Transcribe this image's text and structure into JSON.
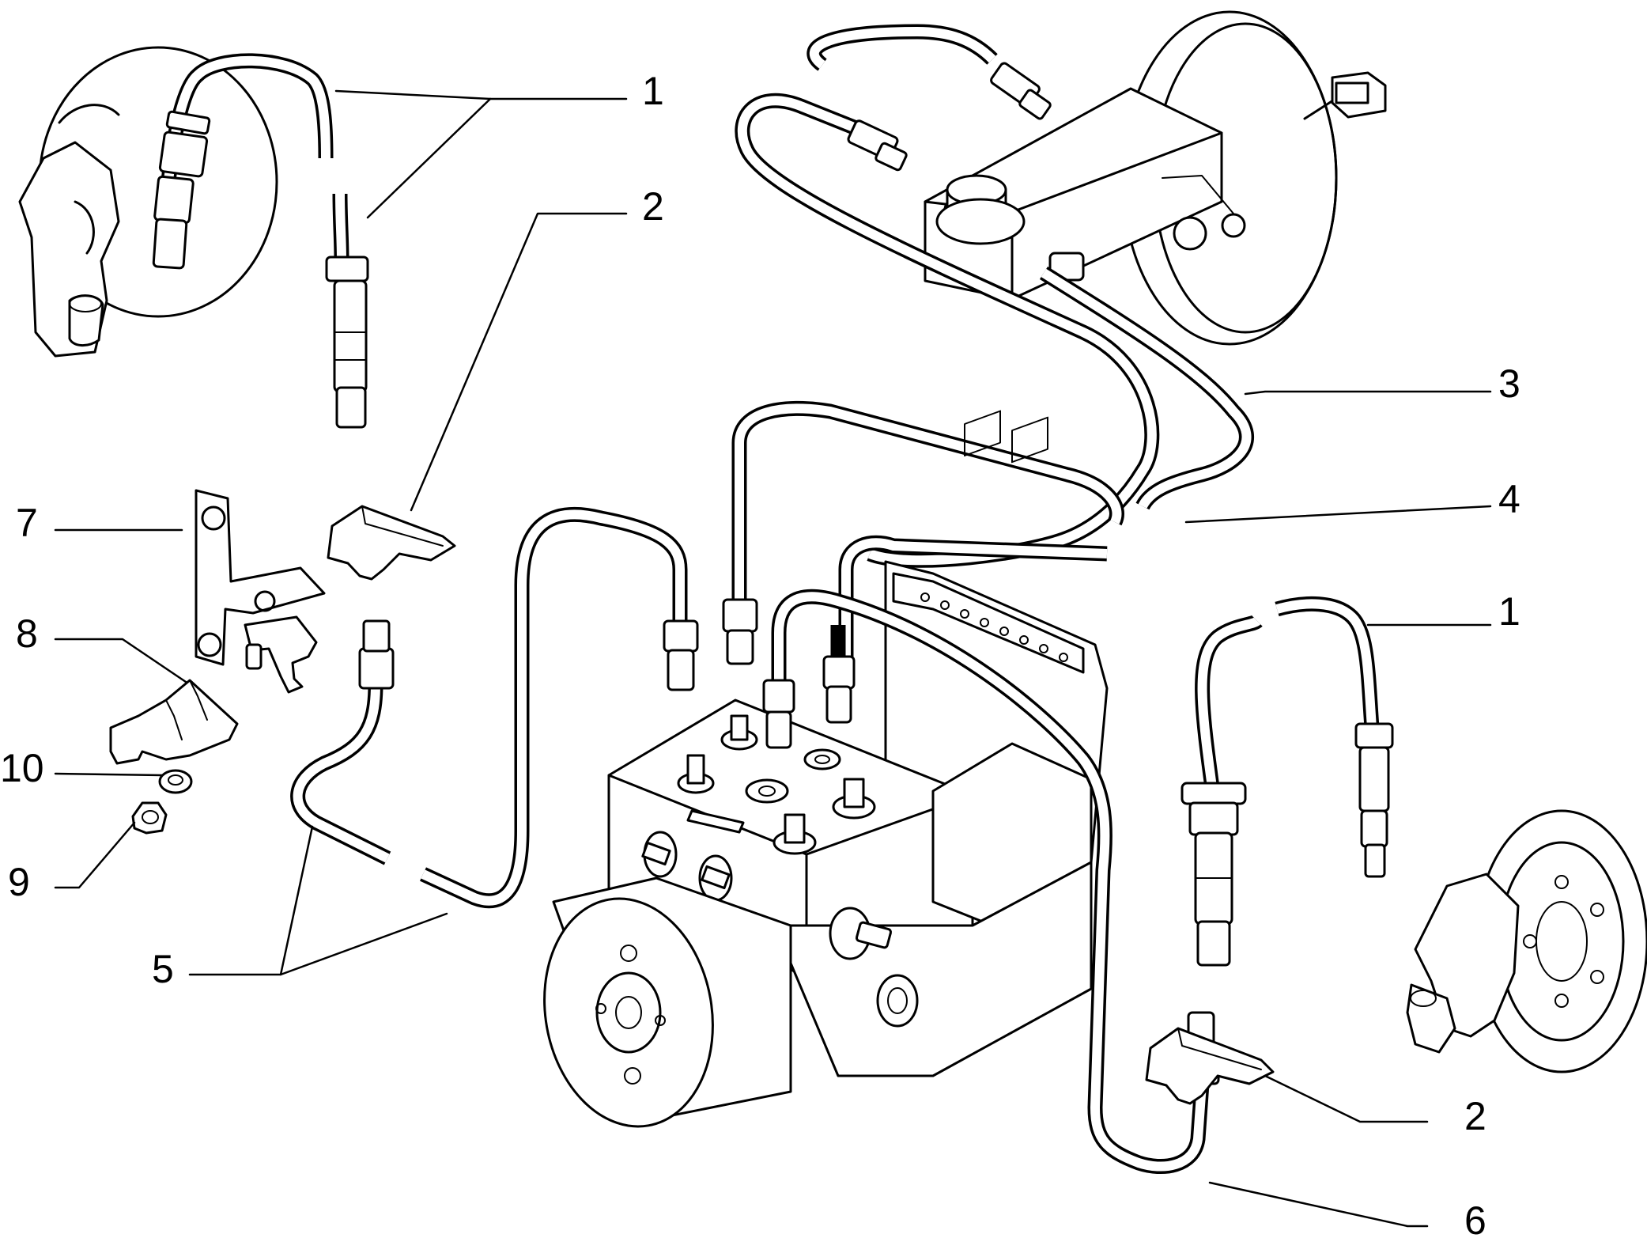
{
  "callouts": [
    {
      "id": "c1a",
      "text": "1"
    },
    {
      "id": "c2a",
      "text": "2"
    },
    {
      "id": "c3",
      "text": "3"
    },
    {
      "id": "c4",
      "text": "4"
    },
    {
      "id": "c7",
      "text": "7"
    },
    {
      "id": "c1b",
      "text": "1"
    },
    {
      "id": "c8",
      "text": "8"
    },
    {
      "id": "c10",
      "text": "10"
    },
    {
      "id": "c9",
      "text": "9"
    },
    {
      "id": "c5",
      "text": "5"
    },
    {
      "id": "c2b",
      "text": "2"
    },
    {
      "id": "c6",
      "text": "6"
    }
  ]
}
